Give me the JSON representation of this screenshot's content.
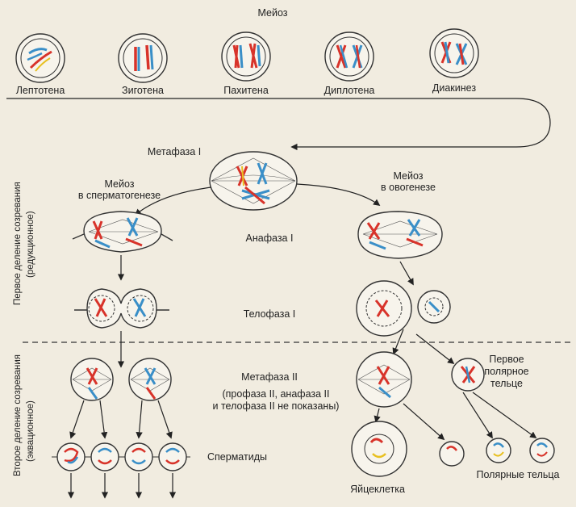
{
  "title": "Мейоз",
  "prophase_stages": [
    "Лептотена",
    "Зиготена",
    "Пахитена",
    "Диплотена",
    "Диакинез"
  ],
  "side_labels": {
    "first_division": "Первое деление созревания",
    "first_division_sub": "(редукционное)",
    "second_division": "Второе деление созревания",
    "second_division_sub": "(эквационное)"
  },
  "stage_labels": {
    "metaphase1": "Метафаза I",
    "meiosis_sperm_line1": "Мейоз",
    "meiosis_sperm_line2": "в сперматогенезе",
    "meiosis_oo_line1": "Мейоз",
    "meiosis_oo_line2": "в овогенезе",
    "anaphase1": "Анафаза I",
    "telophase1": "Телофаза I",
    "metaphase2": "Метафаза II",
    "note_line1": "(профаза II, анафаза II",
    "note_line2": "и телофаза II не показаны)",
    "spermatids": "Сперматиды",
    "polar_first_line1": "Первое",
    "polar_first_line2": "полярное",
    "polar_first_line3": "тельце",
    "egg": "Яйцеклетка",
    "polar_bodies": "Полярные тельца"
  },
  "colors": {
    "maternal": "#d8332a",
    "paternal": "#3a8fc8",
    "yellow": "#e8c020",
    "line": "#222222",
    "paper": "#f1ece0"
  }
}
